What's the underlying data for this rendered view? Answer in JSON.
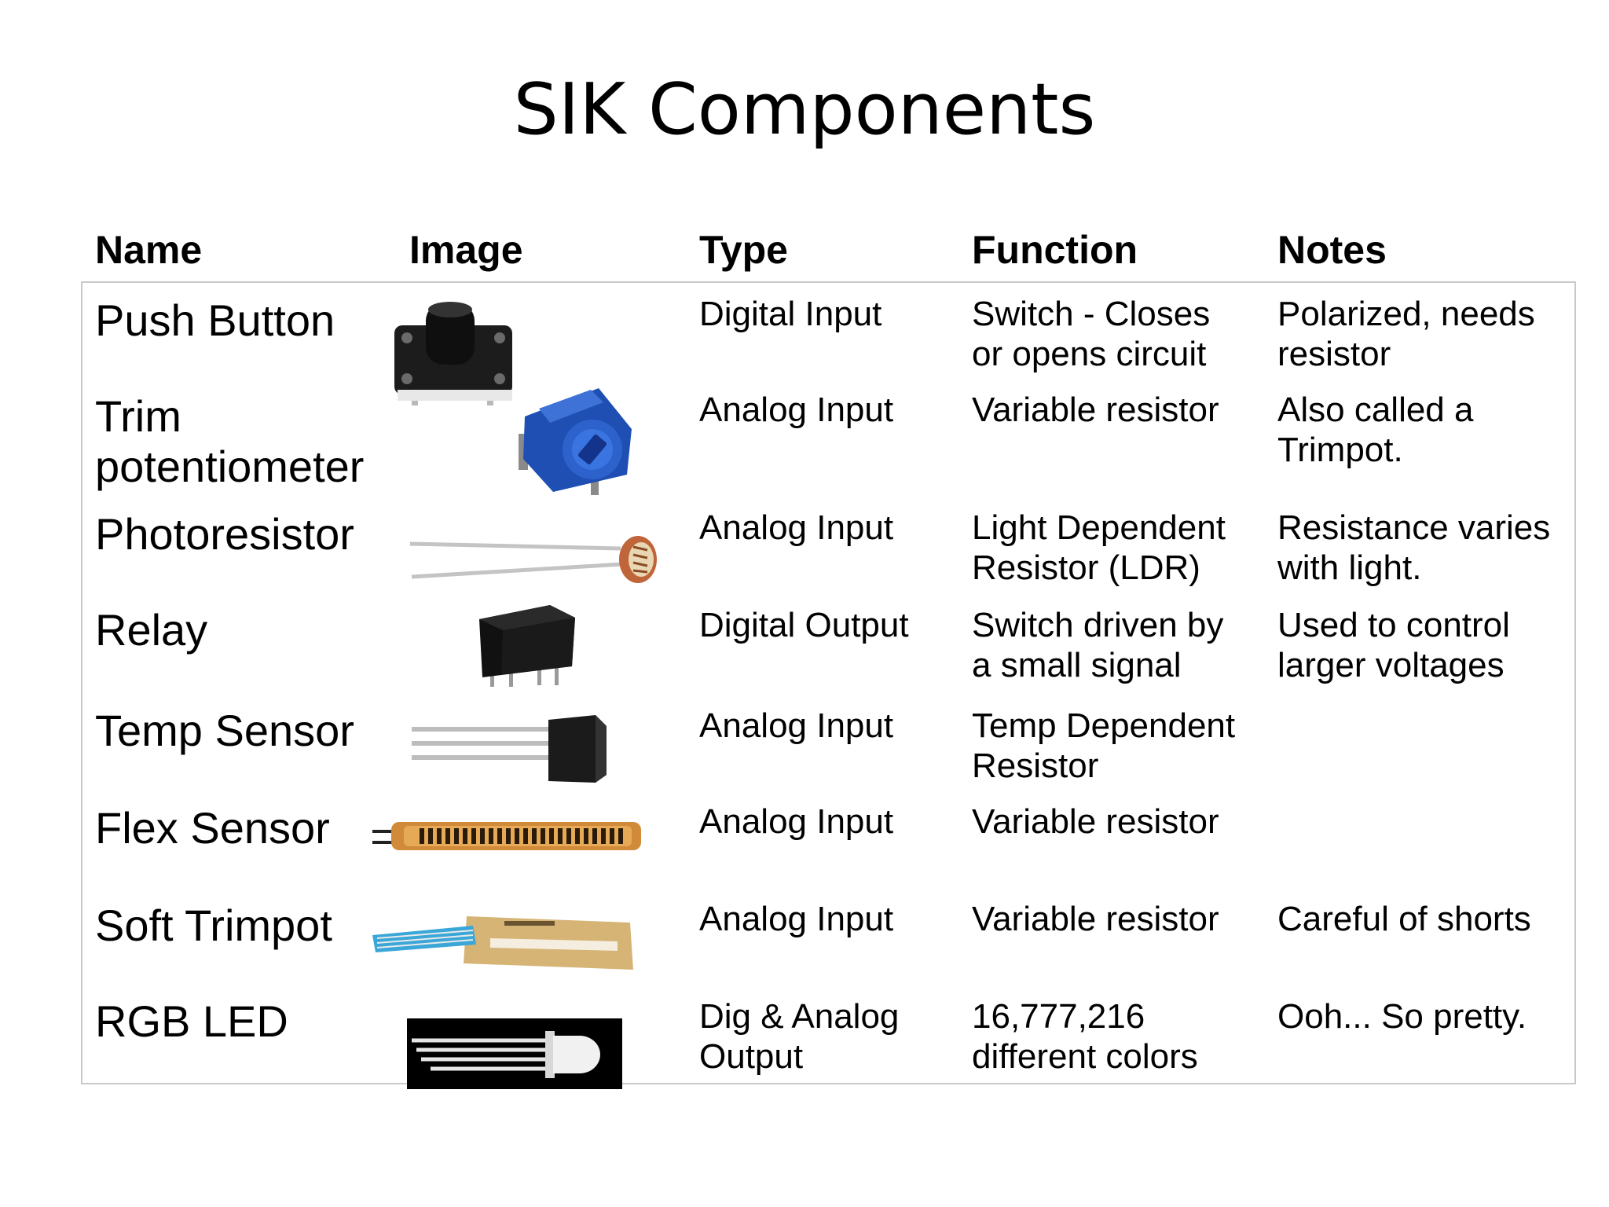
{
  "title": "SIK Components",
  "columns": {
    "name": "Name",
    "image": "Image",
    "type": "Type",
    "function": "Function",
    "notes": "Notes"
  },
  "rows": [
    {
      "name": [
        "Push Button"
      ],
      "image_icon": "push-button-icon",
      "type": [
        "Digital Input"
      ],
      "function": [
        "Switch - Closes",
        "or opens circuit"
      ],
      "notes": [
        "Polarized, needs",
        "resistor"
      ]
    },
    {
      "name": [
        "Trim",
        "potentiometer"
      ],
      "image_icon": "trim-potentiometer-icon",
      "type": [
        "Analog Input"
      ],
      "function": [
        "Variable resistor"
      ],
      "notes": [
        "Also called a",
        "Trimpot."
      ]
    },
    {
      "name": [
        "Photoresistor"
      ],
      "image_icon": "photoresistor-icon",
      "type": [
        "Analog Input"
      ],
      "function": [
        "Light Dependent",
        "Resistor (LDR)"
      ],
      "notes": [
        "Resistance varies",
        "with light."
      ]
    },
    {
      "name": [
        "Relay"
      ],
      "image_icon": "relay-icon",
      "type": [
        "Digital Output"
      ],
      "function": [
        "Switch driven by",
        "a small signal"
      ],
      "notes": [
        "Used to control",
        "larger voltages"
      ]
    },
    {
      "name": [
        "Temp Sensor"
      ],
      "image_icon": "temp-sensor-icon",
      "type": [
        "Analog Input"
      ],
      "function": [
        "Temp Dependent",
        "Resistor"
      ],
      "notes": []
    },
    {
      "name": [
        "Flex Sensor"
      ],
      "image_icon": "flex-sensor-icon",
      "type": [
        "Analog Input"
      ],
      "function": [
        "Variable resistor"
      ],
      "notes": []
    },
    {
      "name": [
        "Soft Trimpot"
      ],
      "image_icon": "soft-trimpot-icon",
      "type": [
        "Analog Input"
      ],
      "function": [
        "Variable resistor"
      ],
      "notes": [
        "Careful of shorts"
      ]
    },
    {
      "name": [
        "RGB LED"
      ],
      "image_icon": "rgb-led-icon",
      "type": [
        "Dig & Analog",
        "Output"
      ],
      "function": [
        "16,777,216",
        "different colors"
      ],
      "notes": [
        "Ooh... So pretty."
      ]
    }
  ]
}
